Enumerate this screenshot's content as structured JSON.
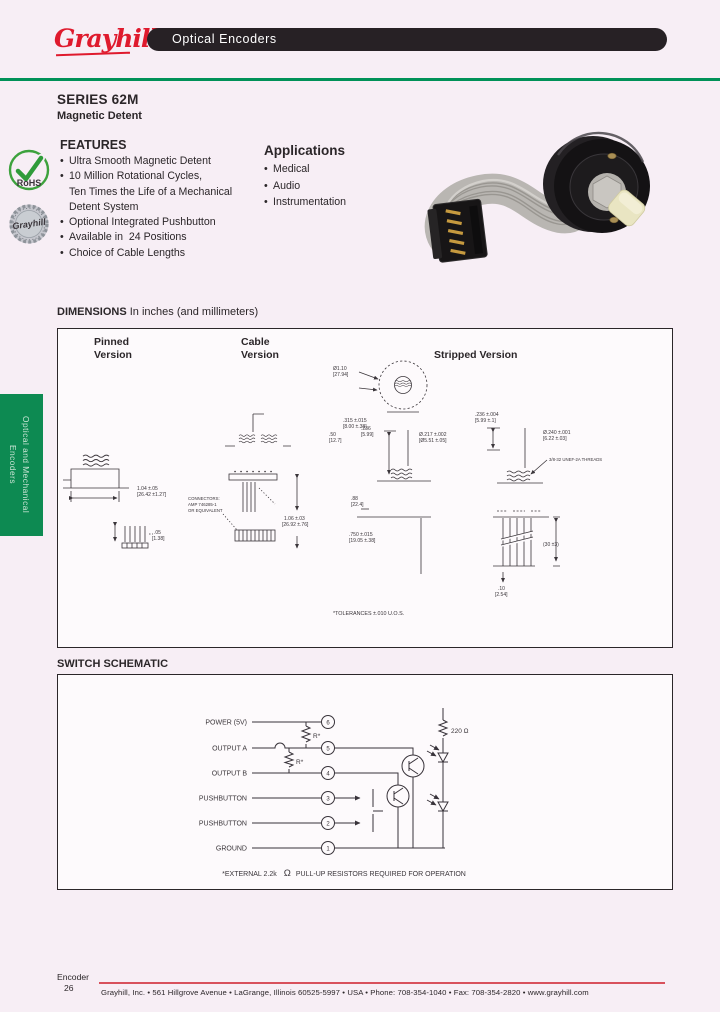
{
  "page": {
    "bg": "#f7eef5",
    "ink": "#2b2629",
    "accent_green": "#009158",
    "brand_red": "#df1a2d"
  },
  "header": {
    "logo_script": "Grayhill",
    "bar_title": "Optical Encoders"
  },
  "title_block": {
    "series": "SERIES 62M",
    "variant": "Magnetic Detent"
  },
  "badges": {
    "rohs_label": "RoHS",
    "stamp_script": "Grayhill"
  },
  "features": {
    "heading": "FEATURES",
    "lines": [
      "Ultra Smooth Magnetic Detent",
      "10 Million Rotational Cycles,",
      "Ten Times the Life of a Mechanical",
      "Detent System",
      "Optional Integrated Pushbutton",
      "Available in  24 Positions",
      "Choice of Cable Lengths"
    ]
  },
  "applications": {
    "heading": "Applications",
    "items": [
      "Medical",
      "Audio",
      "Instrumentation"
    ]
  },
  "side_tab": {
    "line1": "Optical and Mechanical",
    "line2": "Encoders"
  },
  "dimensions": {
    "heading_bold": "DIMENSIONS",
    "heading_rest": "In inches (and millimeters)",
    "col_pinned_1": "Pinned",
    "col_pinned_2": "Version",
    "col_cable_1": "Cable",
    "col_cable_2": "Version",
    "col_stripped": "Stripped Version",
    "labels": {
      "d1a": "1.04 ±.05",
      "d1b": "[26.42 ±1.27]",
      "d2a": ".05",
      "d2b": "[1.38]",
      "conn1": "CONNECTORS:",
      "conn2": "AMP 746285-1",
      "conn3": "OR EQUIVALENT",
      "d3a": "1.06 ±.03",
      "d3b": "[26.92 ±.76]",
      "d4a": "Ø1.10",
      "d4b": "[27.94]",
      "d5a": ".315 ±.015",
      "d5b": "[8.00 ±.38]",
      "d6a": ".50",
      "d6b": "[12.7]",
      "d7a": ".236",
      "d7b": "[5.99]",
      "d8a": "Ø.217 ±.002",
      "d8b": "[Ø5.51 ±.05]",
      "d9a": ".750 ±.015",
      "d9b": "[19.05 ±.38]",
      "d10a": ".88",
      "d10b": "[22.4]",
      "d11a": ".236 ±.004",
      "d11b": "[5.99 ±.1]",
      "d12a": "Ø.240 ±.001",
      "d12b": "[6.22 ±.03]",
      "threads": "3/8-32 UNEF-2A THREADS",
      "d13": "(30 ±3)",
      "d14a": ".10",
      "d14b": "[2.54]"
    },
    "tolerance_note": "*TOLERANCES ±.010 U.O.S."
  },
  "schematic": {
    "heading": "SWITCH SCHEMATIC",
    "labels": [
      "POWER (5V)",
      "OUTPUT A",
      "OUTPUT B",
      "PUSHBUTTON",
      "PUSHBUTTON",
      "GROUND"
    ],
    "pins": [
      "6",
      "5",
      "4",
      "3",
      "2",
      "1"
    ],
    "r1": "R*",
    "r2": "R*",
    "r3": "220 Ω",
    "note_pre": "*EXTERNAL 2.2k",
    "note_omega": "Ω",
    "note_post": "PULL-UP RESISTORS REQUIRED FOR OPERATION"
  },
  "footer": {
    "page_label": "Encoder",
    "page_number": "26",
    "address": "Grayhill, Inc. • 561 Hillgrove Avenue • LaGrange, Illinois  60525-5997 • USA • Phone: 708-354-1040 • Fax: 708-354-2820 • ",
    "website": "www.grayhill.com"
  }
}
